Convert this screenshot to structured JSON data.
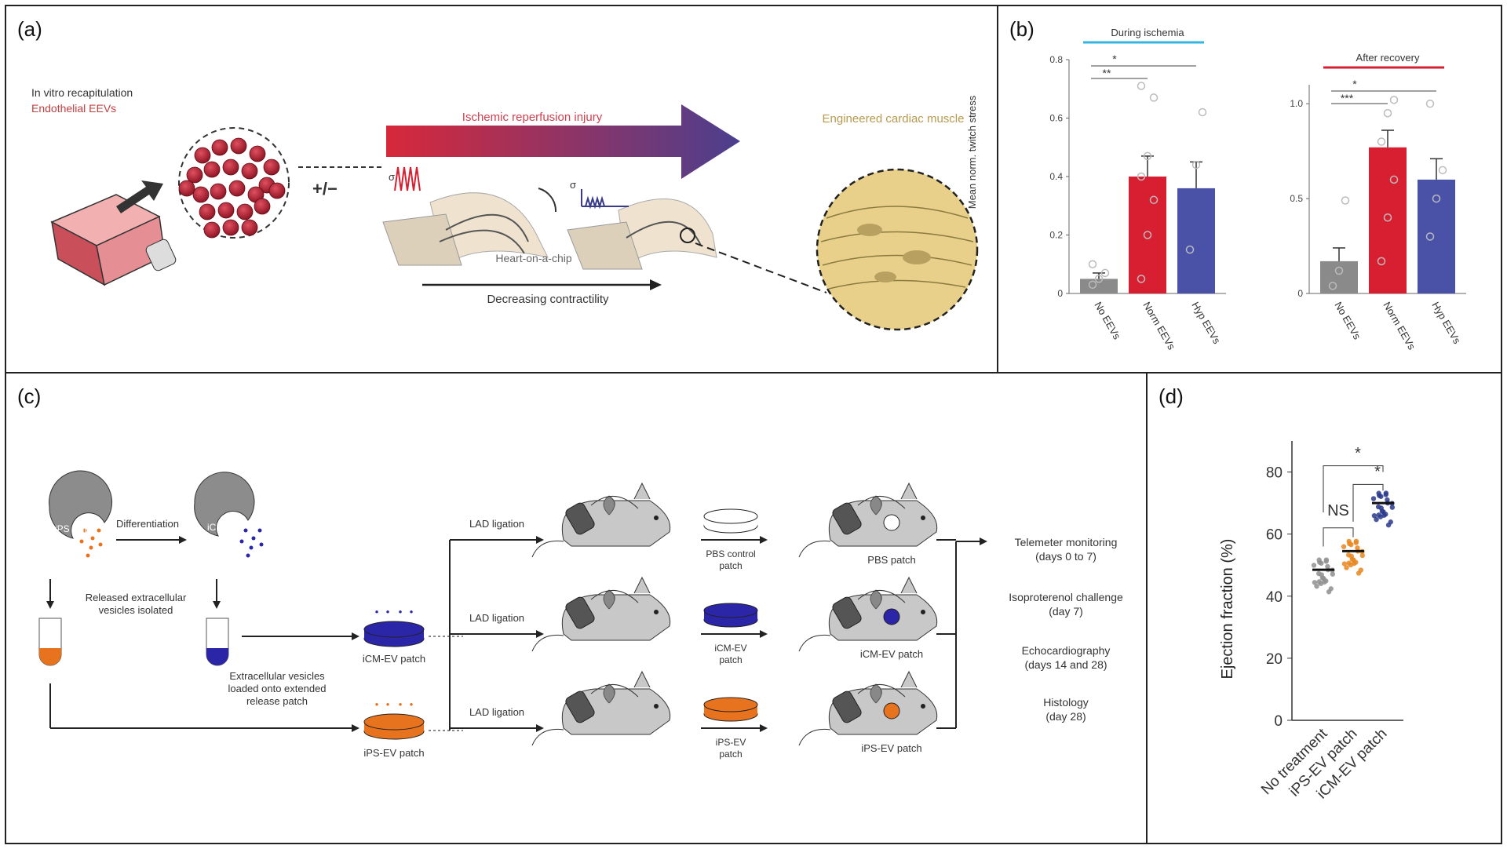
{
  "panel_a": {
    "label": "(a)",
    "invitro": "In vitro recapitulation",
    "eevs": "Endothelial EEVs",
    "plusminus": "+/−",
    "injury": "Ischemic reperfusion injury",
    "muscle": "Engineered cardiac muscle",
    "chip": "Heart-on-a-chip",
    "contract": "Decreasing contractility",
    "sigma": "σ",
    "colors": {
      "arrow_start": "#d8283a",
      "arrow_end": "#4b3f8e"
    }
  },
  "panel_b": {
    "label": "(b)",
    "ylabel": "Mean norm. twitch stress",
    "bar_colors": [
      "#8a8a8a",
      "#d81f32",
      "#4a52a8"
    ],
    "cat_left": [
      "No EEVs",
      "Norm EEVs",
      "Hyp EEVs"
    ],
    "cat_right": [
      "No EEVs",
      "Norm EEVs",
      "Hyp EEVs"
    ],
    "title_left": "During ischemia",
    "title_right": "After recovery",
    "ticks_left": [
      "0",
      "0.2",
      "0.4",
      "0.6",
      "0.8"
    ],
    "ticks_right": [
      "0",
      "0.5",
      "1.0"
    ],
    "sig_left_1": "**",
    "sig_left_2": "*",
    "sig_right_1": "***",
    "sig_right_2": "*"
  },
  "panel_c": {
    "label": "(c)",
    "ips_cells": "iPS cells",
    "differentiation": "Differentiation",
    "icms": "iCMs",
    "released": "Released extracellular\nvesicles isolated",
    "loaded": "Extracellular vesicles\nloaded onto extended\nrelease patch",
    "icm_patch": "iCM-EV patch",
    "ips_patch": "iPS-EV patch",
    "lad": "LAD ligation",
    "pbs_control": "PBS control\npatch",
    "icm_ev_patch": "iCM-EV\npatch",
    "ips_ev_patch": "iPS-EV\npatch",
    "pbs_patch_out": "PBS patch",
    "icm_patch_out": "iCM-EV patch",
    "ips_patch_out": "iPS-EV patch",
    "telemeter": "Telemeter monitoring\n(days 0 to 7)",
    "isoproterenol": "Isoproterenol challenge\n(day 7)",
    "echo": "Echocardiography\n(days 14 and 28)",
    "histology": "Histology\n(day 28)",
    "colors": {
      "icm": "#2b25a8",
      "ips": "#e8731e"
    }
  },
  "panel_d": {
    "label": "(d)",
    "ylabel": "Ejection fraction (%)",
    "ticks": [
      "0",
      "20",
      "40",
      "60",
      "80"
    ],
    "categories": [
      "No treatment",
      "iPS-EV patch",
      "iCM-EV patch"
    ],
    "ns": "NS",
    "sig1": "*",
    "sig2": "*",
    "colors": [
      "#8f8f8f",
      "#e8861e",
      "#2a3a8c"
    ]
  },
  "chart_data": [
    {
      "type": "bar",
      "title": "During ischemia",
      "categories": [
        "No EEVs",
        "Norm EEVs",
        "Hyp EEVs"
      ],
      "values": [
        0.05,
        0.4,
        0.36
      ],
      "errors": [
        0.02,
        0.07,
        0.09
      ],
      "points": [
        [
          0.03,
          0.05,
          0.07,
          0.1
        ],
        [
          0.05,
          0.2,
          0.32,
          0.4,
          0.47,
          0.67,
          0.71
        ],
        [
          0.15,
          0.44,
          0.62
        ]
      ],
      "ylabel": "Mean norm. twitch stress",
      "ylim": [
        0,
        0.8
      ]
    },
    {
      "type": "bar",
      "title": "After recovery",
      "categories": [
        "No EEVs",
        "Norm EEVs",
        "Hyp EEVs"
      ],
      "values": [
        0.17,
        0.77,
        0.6
      ],
      "errors": [
        0.07,
        0.09,
        0.11
      ],
      "points": [
        [
          0.04,
          0.12,
          0.49
        ],
        [
          0.17,
          0.4,
          0.6,
          0.8,
          0.95,
          1.02
        ],
        [
          0.3,
          0.5,
          0.65,
          1.0
        ]
      ],
      "ylabel": "",
      "ylim": [
        0,
        1.1
      ]
    },
    {
      "type": "scatter",
      "categories": [
        "No treatment",
        "iPS-EV patch",
        "iCM-EV patch"
      ],
      "means": [
        48.5,
        54.5,
        70
      ],
      "ylabel": "Ejection fraction (%)",
      "ylim": [
        0,
        90
      ],
      "grid": false
    }
  ]
}
